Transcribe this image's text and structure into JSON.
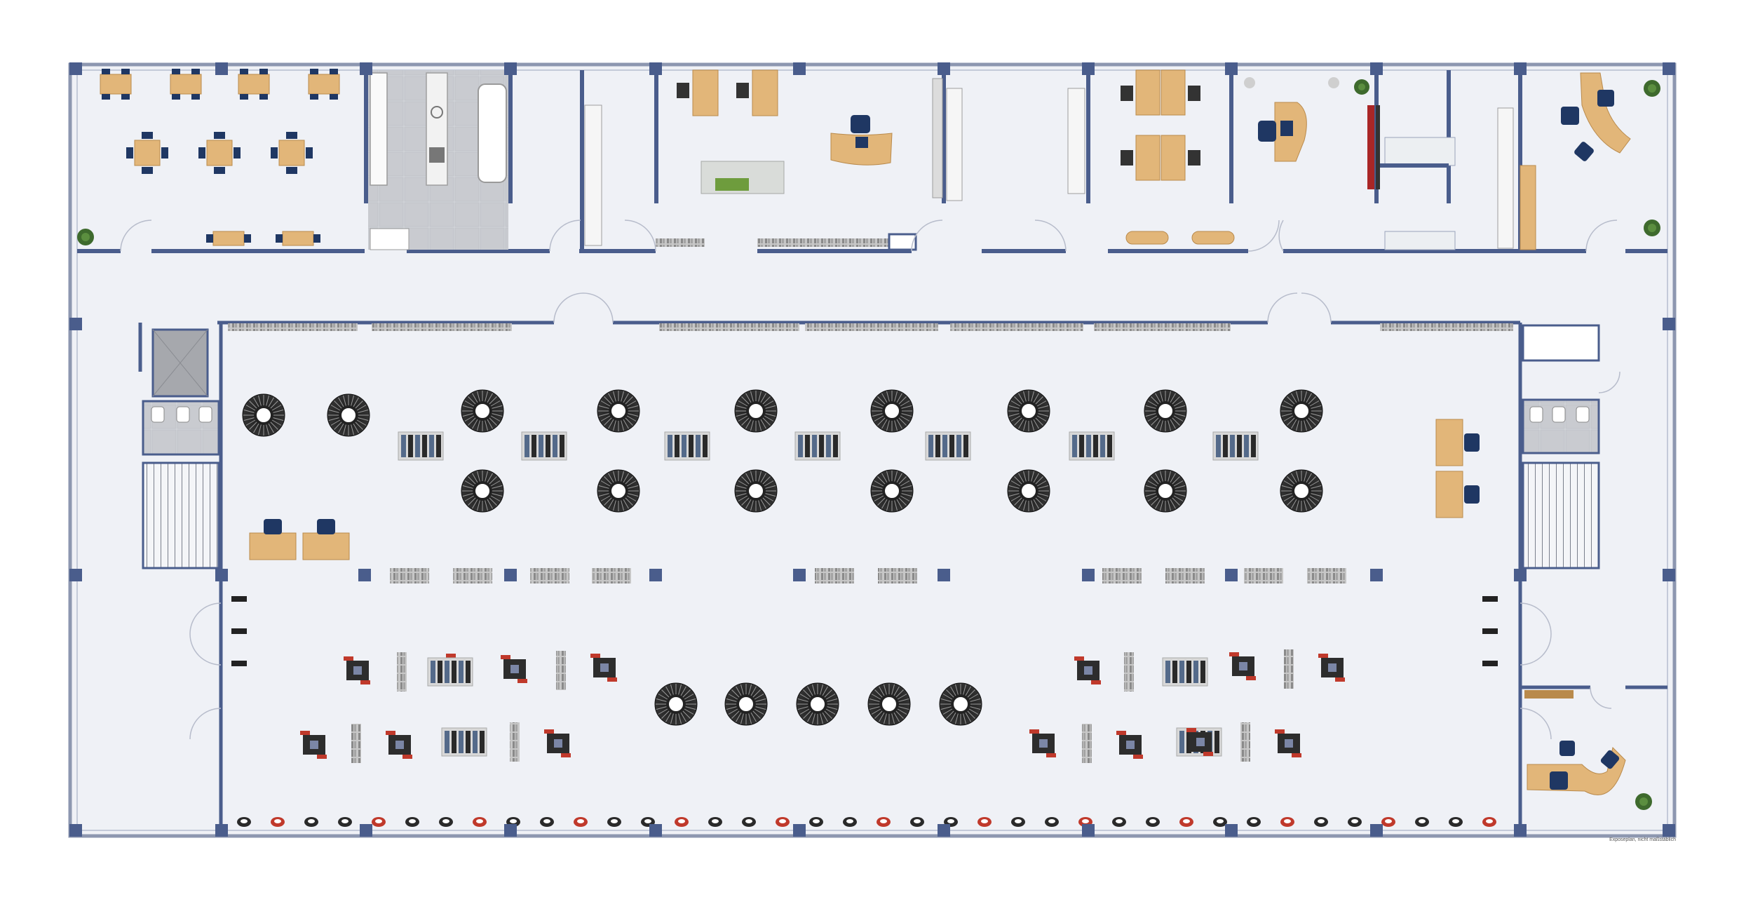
{
  "caption": "Exposeplan, nicht maßstäblich",
  "colors": {
    "floor": "#eff1f6",
    "wall": "#4a5d8c",
    "wall_light": "#9aa3bb",
    "column": "#4a5d8c",
    "desk": "#e2b679",
    "desk_edge": "#b98a4c",
    "chair": "#1f3763",
    "tile": "#d5d7db",
    "plant": "#3e6a2d",
    "machine_dark": "#3a3a3a",
    "accent_red": "#c0392b"
  },
  "rooms": [
    {
      "id": "canteen",
      "type": "cafeteria"
    },
    {
      "id": "kitchen",
      "type": "kitchen"
    },
    {
      "id": "office-1",
      "type": "office"
    },
    {
      "id": "office-2",
      "type": "office"
    },
    {
      "id": "office-3",
      "type": "office"
    },
    {
      "id": "office-4",
      "type": "office"
    },
    {
      "id": "office-5",
      "type": "office"
    },
    {
      "id": "office-6",
      "type": "office"
    },
    {
      "id": "hall",
      "type": "showroom"
    },
    {
      "id": "stairs-west",
      "type": "stairs"
    },
    {
      "id": "stairs-east",
      "type": "stairs"
    },
    {
      "id": "elevator",
      "type": "elevator"
    },
    {
      "id": "reception-south-east",
      "type": "office"
    }
  ],
  "icons": [
    "desk-icon",
    "chair-icon",
    "round-table-icon",
    "plant-icon",
    "wheel-rack-icon",
    "tire-stack-icon",
    "motorcycle-icon",
    "door-swing-icon",
    "column-icon",
    "shelf-icon",
    "sink-icon",
    "toilet-icon",
    "bathtub-icon"
  ]
}
